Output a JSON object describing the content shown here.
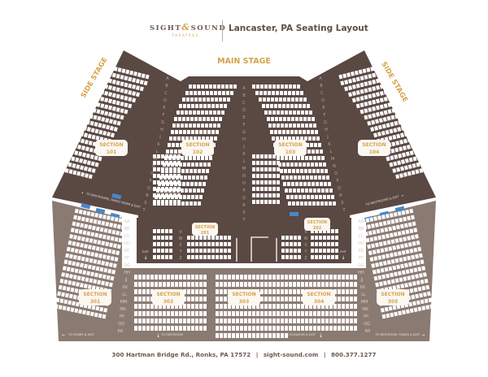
{
  "header": {
    "logo_main_left": "SIGHT",
    "logo_amp": "&",
    "logo_main_right": "SOUND",
    "logo_sub": "THEATRES",
    "title": "Lancaster, PA Seating Layout"
  },
  "stage": {
    "main": "MAIN STAGE",
    "side_left": "SIDE STAGE",
    "side_right": "SIDE STAGE"
  },
  "sections": {
    "s101": {
      "label": "SECTION",
      "number": "101"
    },
    "s102": {
      "label": "SECTION",
      "number": "102"
    },
    "s103": {
      "label": "SECTION",
      "number": "103"
    },
    "s104": {
      "label": "SECTION",
      "number": "104"
    },
    "s201": {
      "label": "SECTION",
      "number": "201"
    },
    "s202": {
      "label": "SECTION",
      "number": "202"
    },
    "s301": {
      "label": "SECTION",
      "number": "301"
    },
    "s302": {
      "label": "SECTION",
      "number": "302"
    },
    "s303": {
      "label": "SECTION",
      "number": "303"
    },
    "s304": {
      "label": "SECTION",
      "number": "304"
    },
    "s305": {
      "label": "SECTION",
      "number": "305"
    }
  },
  "rows": {
    "orchestra": [
      "A",
      "B",
      "C",
      "D",
      "E",
      "F",
      "G",
      "H",
      "J",
      "K",
      "L",
      "M",
      "N",
      "O",
      "P",
      "Q",
      "R",
      "S",
      "T"
    ],
    "balcony_201_202": [
      "V",
      "W",
      "X",
      "Y",
      "Z"
    ],
    "mezzanine": [
      "AA",
      "BB",
      "CC",
      "DD",
      "EE",
      "FF",
      "GG",
      "HH",
      "JJ",
      "KK",
      "LL",
      "MM",
      "NN",
      "PP",
      "QQ",
      "RR"
    ]
  },
  "signs": {
    "left_upper": "TO RESTROOMS, FAMILY ROOM & EXIT",
    "right_upper": "TO RESTROOMS & EXIT",
    "exit_left": "EXIT",
    "exit_right": "EXIT",
    "bottom_left": "TO STAIRS & EXIT",
    "bottom_center_left": "TO RESTROOM",
    "bottom_center_right": "TO ELEVATOR & EXIT",
    "bottom_right": "TO RESTROOM, STAIRS & EXIT"
  },
  "footer": {
    "address": "300 Hartman Bridge Rd., Ronks, PA 17572",
    "sep1": "|",
    "website": "sight-sound.com",
    "sep2": "|",
    "phone": "800.377.1277"
  },
  "colors": {
    "floor_dark": "#5a4843",
    "floor_light": "#8a7a72",
    "seat": "#ffffff",
    "accessible_seat": "#4a86c8",
    "accent_gold": "#d8a24a",
    "row_letter": "#b3a59e"
  }
}
